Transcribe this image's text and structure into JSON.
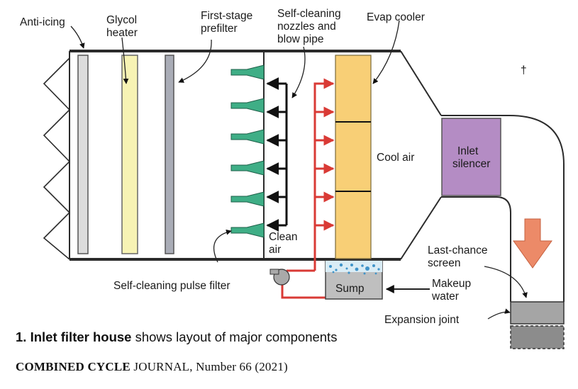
{
  "labels": {
    "anti_icing": "Anti-icing",
    "glycol_heater": [
      "Glycol",
      "heater"
    ],
    "prefilter": [
      "First-stage",
      "prefilter"
    ],
    "nozzles": [
      "Self-cleaning",
      "nozzles and",
      "blow pipe"
    ],
    "evap_cooler": "Evap cooler",
    "cool_air": "Cool air",
    "inlet_silencer": [
      "Inlet",
      "silencer"
    ],
    "clean_air": [
      "Clean",
      "air"
    ],
    "pulse_filter": "Self-cleaning pulse filter",
    "sump": "Sump",
    "makeup_water": [
      "Makeup",
      "water"
    ],
    "last_chance_screen": [
      "Last-chance",
      "screen"
    ],
    "expansion_joint": "Expansion joint"
  },
  "caption": {
    "figure_number": "1.",
    "title_bold": "Inlet filter house",
    "title_rest": "shows layout of major components"
  },
  "credit": {
    "publication": "COMBINED CYCLE",
    "rest": "JOURNAL, Number 66 (2021)"
  },
  "colors": {
    "housing_outline": "#2b2b2b",
    "glycol_heater": "#f7f3b4",
    "nozzle": "#3fae86",
    "evap_cooler": "#f8cf76",
    "water_line": "#d93a35",
    "air_line": "#111111",
    "silencer": "#b48cc4",
    "sump": "#bfbfbf",
    "flow_arrow": "#ec8a68",
    "expansion_joint": "#a5a5a5"
  }
}
